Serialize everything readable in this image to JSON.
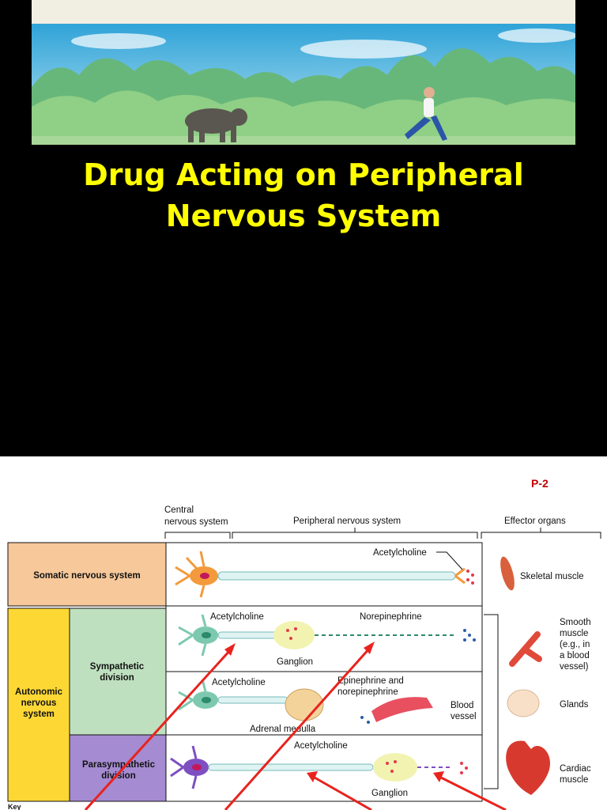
{
  "slide1": {
    "title_line1": "Drug Acting on Peripheral",
    "title_line2": "Nervous System"
  },
  "slide2": {
    "page_number": "P-2",
    "header": {
      "cns": [
        "Central",
        "nervous system"
      ],
      "pns": "Peripheral nervous system",
      "effectors": "Effector organs"
    },
    "rows": {
      "somatic": "Somatic nervous system",
      "autonomic": [
        "Autonomic",
        "nervous",
        "system"
      ],
      "sympathetic": [
        "Sympathetic",
        "division"
      ],
      "parasympathetic": [
        "Parasympathetic",
        "division"
      ]
    },
    "labels": {
      "ach_somatic": "Acetylcholine",
      "skeletal": "Skeletal muscle",
      "ach_symp": "Acetylcholine",
      "norepinephrine": "Norepinephrine",
      "ganglion_symp": "Ganglion",
      "smooth_muscle": [
        "Smooth",
        "muscle",
        "(e.g., in",
        "a blood",
        "vessel)"
      ],
      "ach_adrenal": "Acetylcholine",
      "epi": [
        "Epinephrine and",
        "norepinephrine"
      ],
      "blood_vessel": [
        "Blood",
        "vessel"
      ],
      "adrenal": "Adrenal medulla",
      "glands": "Glands",
      "ach_para": "Acetylcholine",
      "ganglion_para": "Ganglion",
      "cardiac": [
        "Cardiac",
        "muscle"
      ],
      "key": "Key"
    },
    "colors": {
      "somatic_bg": "#f6c89a",
      "autonomic_bg": "#fdd835",
      "sympathetic_bg": "#bfe0bf",
      "parasympathetic_bg": "#a58bd1",
      "arrow": "#e8231e"
    }
  }
}
